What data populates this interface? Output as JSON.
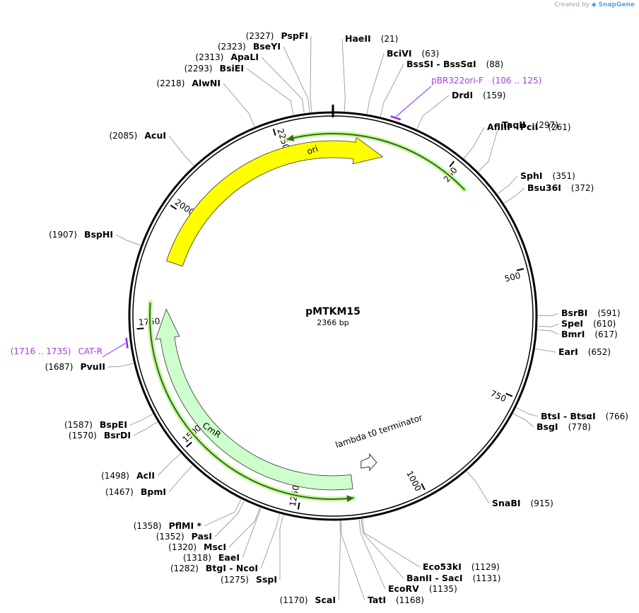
{
  "credit": {
    "prefix": "Created by",
    "brand": "SnapGene"
  },
  "plasmid": {
    "name": "pMTKM15",
    "length_label": "2366 bp",
    "length": 2366
  },
  "sites": [
    {
      "name": "HaeII",
      "pos": "(21)",
      "bp": 21
    },
    {
      "name": "BciVI",
      "pos": "(63)",
      "bp": 63
    },
    {
      "name": "BssSI - BssSαI",
      "pos": "(88)",
      "bp": 88
    },
    {
      "name": "DrdI",
      "pos": "(159)",
      "bp": 159
    },
    {
      "name": "AflIII - PciI",
      "pos": "(261)",
      "bp": 261
    },
    {
      "name": "TaqII",
      "pos": "(297)",
      "bp": 297
    },
    {
      "name": "SphI",
      "pos": "(351)",
      "bp": 351
    },
    {
      "name": "Bsu36I",
      "pos": "(372)",
      "bp": 372
    },
    {
      "name": "BsrBI",
      "pos": "(591)",
      "bp": 591
    },
    {
      "name": "SpeI",
      "pos": "(610)",
      "bp": 610
    },
    {
      "name": "BmrI",
      "pos": "(617)",
      "bp": 617
    },
    {
      "name": "EarI",
      "pos": "(652)",
      "bp": 652
    },
    {
      "name": "BtsI - BtsαI",
      "pos": "(766)",
      "bp": 766
    },
    {
      "name": "BsgI",
      "pos": "(778)",
      "bp": 778
    },
    {
      "name": "SnaBI",
      "pos": "(915)",
      "bp": 915
    },
    {
      "name": "Eco53kI",
      "pos": "(1129)",
      "bp": 1129
    },
    {
      "name": "BanII - SacI",
      "pos": "(1131)",
      "bp": 1131
    },
    {
      "name": "EcoRV",
      "pos": "(1135)",
      "bp": 1135
    },
    {
      "name": "TatI",
      "pos": "(1168)",
      "bp": 1168
    },
    {
      "name": "ScaI",
      "pos": "(1170)",
      "bp": 1170
    },
    {
      "name": "SspI",
      "pos": "(1275)",
      "bp": 1275
    },
    {
      "name": "BtgI - NcoI",
      "pos": "(1282)",
      "bp": 1282
    },
    {
      "name": "EaeI",
      "pos": "(1318)",
      "bp": 1318
    },
    {
      "name": "MscI",
      "pos": "(1320)",
      "bp": 1320
    },
    {
      "name": "PasI",
      "pos": "(1352)",
      "bp": 1352
    },
    {
      "name": "PflMI *",
      "pos": "(1358)",
      "bp": 1358
    },
    {
      "name": "BpmI",
      "pos": "(1467)",
      "bp": 1467
    },
    {
      "name": "AclI",
      "pos": "(1498)",
      "bp": 1498
    },
    {
      "name": "BsrDI",
      "pos": "(1570)",
      "bp": 1570
    },
    {
      "name": "BspEI",
      "pos": "(1587)",
      "bp": 1587
    },
    {
      "name": "PvuII",
      "pos": "(1687)",
      "bp": 1687
    },
    {
      "name": "BspHI",
      "pos": "(1907)",
      "bp": 1907
    },
    {
      "name": "AcuI",
      "pos": "(2085)",
      "bp": 2085
    },
    {
      "name": "AlwNI",
      "pos": "(2218)",
      "bp": 2218
    },
    {
      "name": "BsiEI",
      "pos": "(2293)",
      "bp": 2293
    },
    {
      "name": "ApaLI",
      "pos": "(2313)",
      "bp": 2313
    },
    {
      "name": "BseYI",
      "pos": "(2323)",
      "bp": 2323
    },
    {
      "name": "PspFI",
      "pos": "(2327)",
      "bp": 2327
    }
  ],
  "primers": [
    {
      "name": "pBR322ori-F",
      "range": "(106 .. 125)",
      "start": 106,
      "end": 125
    },
    {
      "name": "CAT-R",
      "range": "(1716 .. 1735)",
      "start": 1716,
      "end": 1735
    }
  ],
  "features": [
    {
      "name": "ori",
      "color": "#ffff00",
      "start": 1895,
      "end": 2480
    },
    {
      "name": "CmR",
      "color": "#ccffcc",
      "start": 1140,
      "end": 1790
    },
    {
      "name": "lambda t0 terminator",
      "color": "#ffffff",
      "bp": 1095
    }
  ],
  "ticks": [
    {
      "label": "250",
      "bp": 250
    },
    {
      "label": "500",
      "bp": 500
    },
    {
      "label": "750",
      "bp": 750
    },
    {
      "label": "1000",
      "bp": 1000
    },
    {
      "label": "1250",
      "bp": 1250
    },
    {
      "label": "1500",
      "bp": 1500
    },
    {
      "label": "1750",
      "bp": 1750
    },
    {
      "label": "2000",
      "bp": 2000
    },
    {
      "label": "2250",
      "bp": 2250
    }
  ]
}
